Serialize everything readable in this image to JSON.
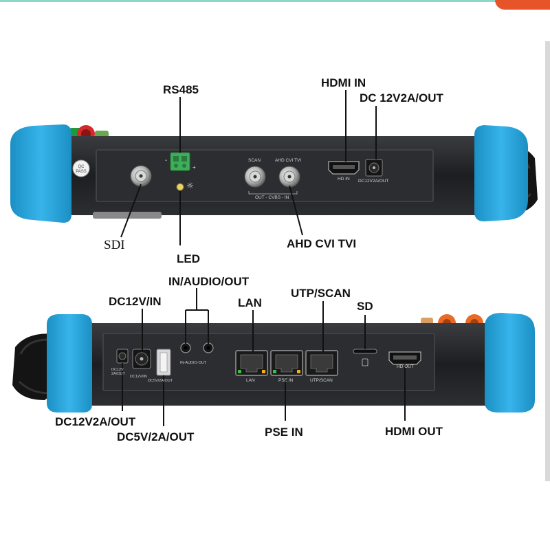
{
  "top_panel": {
    "callouts": {
      "rs485": "RS485",
      "hdmi_in": "HDMI IN",
      "dc_out": "DC 12V2A/OUT",
      "sdi": "SDI",
      "led": "LED",
      "ahd": "AHD CVI TVI"
    },
    "print": {
      "qc_pass": "QC PASS",
      "minus": "-",
      "plus": "+",
      "scan": "SCAN",
      "ahd_cvi_tvi": "AHD CVI TVI",
      "out_cvbs_in": "OUT - CVBS - IN",
      "hd_in": "HD IN",
      "dc12v2a_out": "DC12V2A/OUT"
    }
  },
  "bottom_panel": {
    "callouts": {
      "audio": "IN/AUDIO/OUT",
      "dc_in": "DC12V/IN",
      "lan": "LAN",
      "utp_scan": "UTP/SCAN",
      "sd": "SD",
      "dc_out": "DC12V2A/OUT",
      "dc5v": "DC5V/2A/OUT",
      "pse_in": "PSE IN",
      "hdmi_out": "HDMI OUT"
    },
    "print": {
      "dc12v_2a_out": "DC12V 2A/OUT",
      "dc12v_in": "DC12V/IN",
      "dc5v_out": "DC5V/2A/OUT",
      "in_audio_out": "IN-AUDIO-OUT",
      "lan": "LAN",
      "pse_in": "PSE IN",
      "utp_scan": "UTP/SCAN",
      "hd_out": "HD OUT"
    }
  },
  "colors": {
    "bumper": "#2aa8dd",
    "body": "#1d1f22",
    "panel": "#2a2c30",
    "terminal": "#3fae5a",
    "accent": "#e8542a"
  }
}
